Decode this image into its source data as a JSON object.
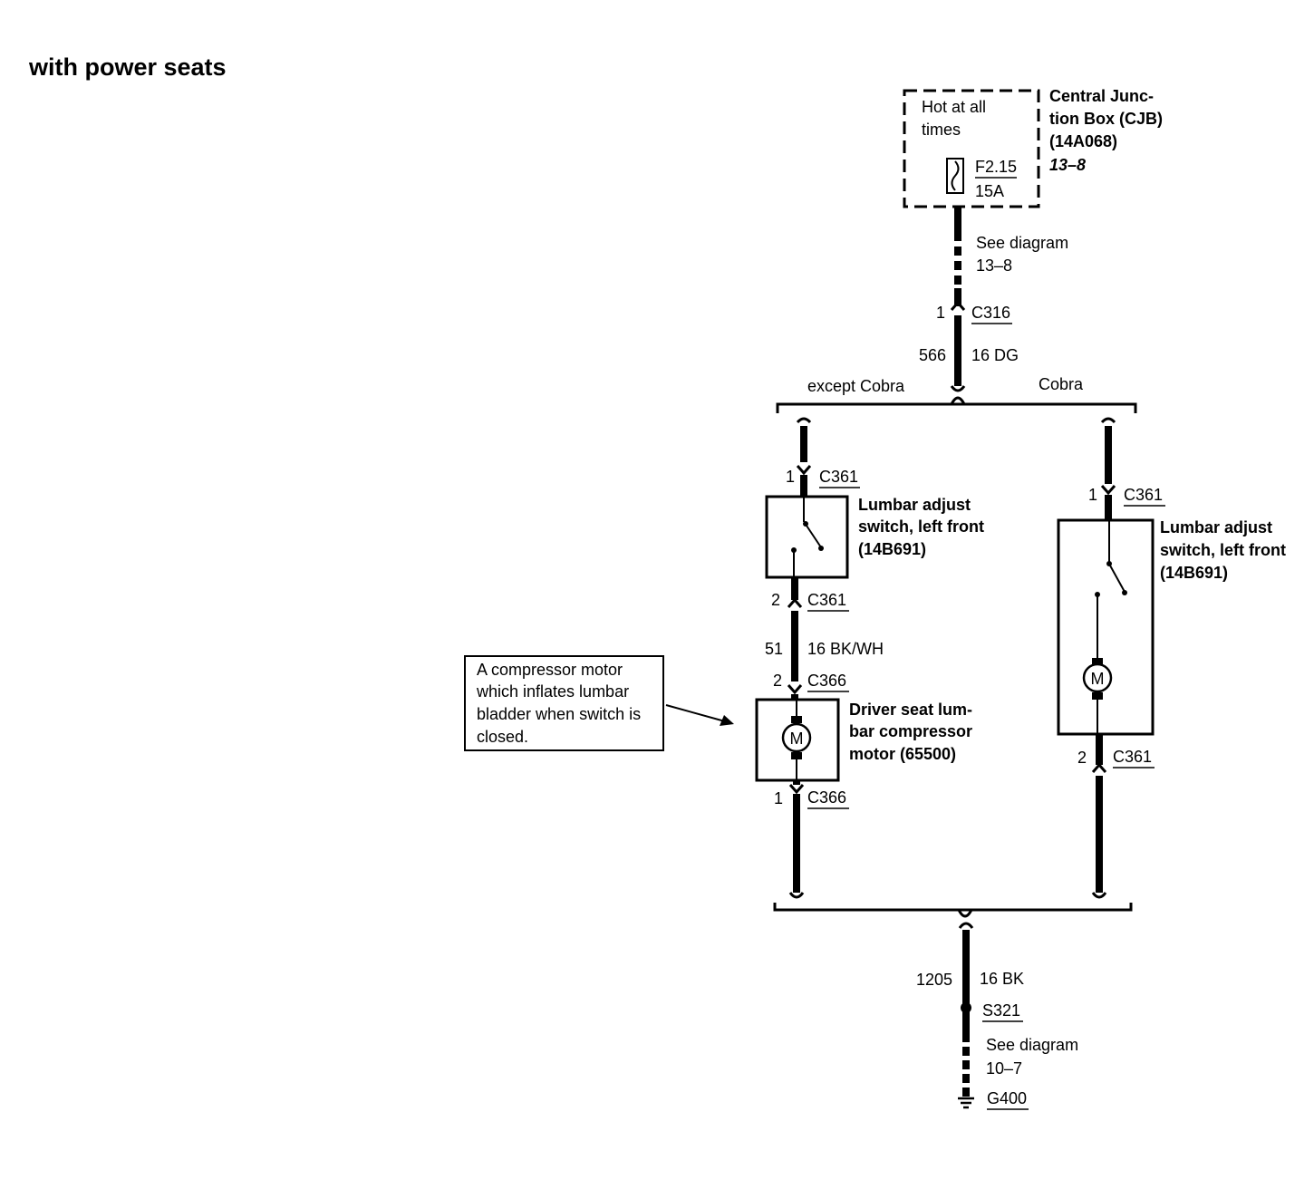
{
  "title": "with power seats",
  "cjb": {
    "hot_line1": "Hot at all",
    "hot_line2": "times",
    "fuse_id": "F2.15",
    "fuse_rating": "15A",
    "name_line1": "Central Junc-",
    "name_line2": "tion Box (CJB)",
    "name_line3": "(14A068)",
    "ref": "13–8"
  },
  "see_top": {
    "line1": "See diagram",
    "line2": "13–8"
  },
  "c316": {
    "pin": "1",
    "name": "C316"
  },
  "feed_wire": {
    "circuit": "566",
    "gauge_color": "16 DG"
  },
  "branches": {
    "left": "except Cobra",
    "right": "Cobra"
  },
  "left_branch": {
    "c361_top": {
      "pin": "1",
      "name": "C361"
    },
    "switch": {
      "line1": "Lumbar adjust",
      "line2": "switch, left front",
      "line3": "(14B691)"
    },
    "c361_bottom": {
      "pin": "2",
      "name": "C361"
    },
    "wire": {
      "circuit": "51",
      "gauge_color": "16 BK/WH"
    },
    "c366_top": {
      "pin": "2",
      "name": "C366"
    },
    "motor": {
      "symbol": "M",
      "line1": "Driver seat lum-",
      "line2": "bar compressor",
      "line3": "motor (65500)"
    },
    "c366_bottom": {
      "pin": "1",
      "name": "C366"
    }
  },
  "right_branch": {
    "c361_top": {
      "pin": "1",
      "name": "C361"
    },
    "switch": {
      "line1": "Lumbar adjust",
      "line2": "switch, left front",
      "line3": "(14B691)"
    },
    "motor_symbol": "M",
    "c361_bottom": {
      "pin": "2",
      "name": "C361"
    }
  },
  "note": {
    "line1": "A compressor motor",
    "line2": "which inflates lumbar",
    "line3": "bladder when switch is",
    "line4": "closed."
  },
  "ground_wire": {
    "circuit": "1205",
    "gauge_color": "16 BK"
  },
  "splice": "S321",
  "see_bottom": {
    "line1": "See diagram",
    "line2": "10–7"
  },
  "ground": "G400"
}
